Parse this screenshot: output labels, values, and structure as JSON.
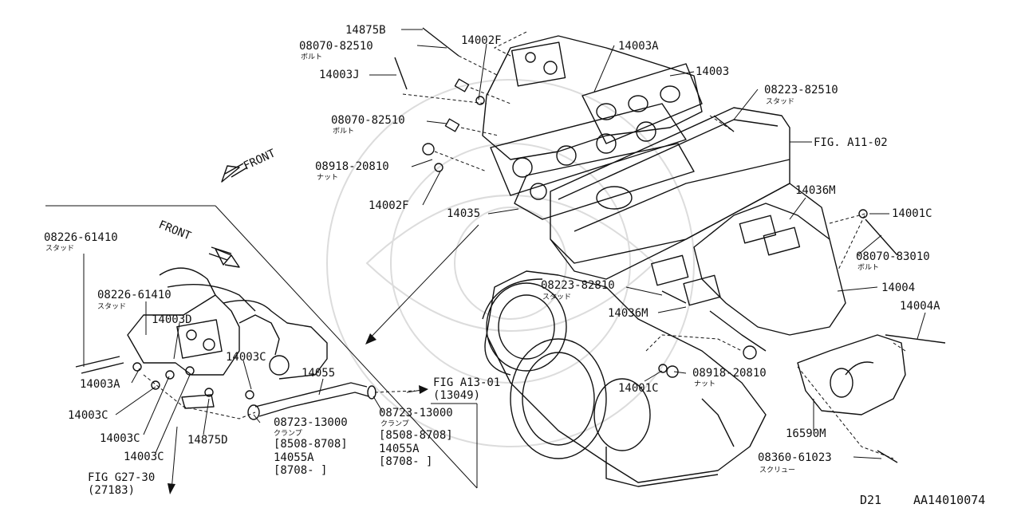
{
  "labels": [
    {
      "id": "lbl-14875B",
      "text": "14875B"
    },
    {
      "id": "lbl-08070-82510-top",
      "text": "08070-82510"
    },
    {
      "id": "jp-bolt-top",
      "text": "ボルト"
    },
    {
      "id": "lbl-14002F-top",
      "text": "14002F"
    },
    {
      "id": "lbl-14003A-top",
      "text": "14003A"
    },
    {
      "id": "lbl-14003",
      "text": "14003"
    },
    {
      "id": "lbl-14003J",
      "text": "14003J"
    },
    {
      "id": "lbl-08223-82510",
      "text": "08223-82510"
    },
    {
      "id": "jp-stud-08223-82510",
      "text": "スタッド"
    },
    {
      "id": "lbl-08070-82510-mid",
      "text": "08070-82510"
    },
    {
      "id": "jp-bolt-mid",
      "text": "ボルト"
    },
    {
      "id": "lbl-fig-a11-02",
      "text": "FIG. A11-02"
    },
    {
      "id": "lbl-front-top",
      "text": "FRONT"
    },
    {
      "id": "lbl-08918-20810-left",
      "text": "08918-20810"
    },
    {
      "id": "jp-nut-left",
      "text": "ナット"
    },
    {
      "id": "lbl-14002F-lower",
      "text": "14002F"
    },
    {
      "id": "lbl-14036M-top",
      "text": "14036M"
    },
    {
      "id": "lbl-14035",
      "text": "14035"
    },
    {
      "id": "lbl-14001C-right",
      "text": "14001C"
    },
    {
      "id": "lbl-08226-61410-a",
      "text": "08226-61410"
    },
    {
      "id": "jp-stud-a",
      "text": "スタッド"
    },
    {
      "id": "lbl-front-mid",
      "text": "FRONT"
    },
    {
      "id": "lbl-08070-83010",
      "text": "08070-83010"
    },
    {
      "id": "jp-bolt-83010",
      "text": "ボルト"
    },
    {
      "id": "lbl-08226-61410-b",
      "text": "08226-61410"
    },
    {
      "id": "jp-stud-b",
      "text": "スタッド"
    },
    {
      "id": "lbl-08223-82810",
      "text": "08223-82810"
    },
    {
      "id": "jp-stud-82810",
      "text": "スタッド"
    },
    {
      "id": "lbl-14004",
      "text": "14004"
    },
    {
      "id": "lbl-14003D",
      "text": "14003D"
    },
    {
      "id": "lbl-14036M-lower",
      "text": "14036M"
    },
    {
      "id": "lbl-14004A",
      "text": "14004A"
    },
    {
      "id": "lbl-14003C-a",
      "text": "14003C"
    },
    {
      "id": "lbl-14003A-left",
      "text": "14003A"
    },
    {
      "id": "lbl-14055",
      "text": "14055"
    },
    {
      "id": "lbl-14001C-lower",
      "text": "14001C"
    },
    {
      "id": "lbl-08918-20810-right",
      "text": "08918-20810"
    },
    {
      "id": "jp-nut-right",
      "text": "ナット"
    },
    {
      "id": "lbl-fig-a13-01",
      "text": "FIG A13-01"
    },
    {
      "id": "lbl-13049",
      "text": "(13049)"
    },
    {
      "id": "lbl-14003C-b",
      "text": "14003C"
    },
    {
      "id": "lbl-08723-13000-a",
      "text": "08723-13000"
    },
    {
      "id": "jp-clamp-a",
      "text": "クランプ"
    },
    {
      "id": "lbl-8508-8708-a",
      "text": "[8508-8708]"
    },
    {
      "id": "lbl-14055A-a",
      "text": "14055A"
    },
    {
      "id": "lbl-8708-a",
      "text": "[8708- ]"
    },
    {
      "id": "lbl-08723-13000-b",
      "text": "08723-13000"
    },
    {
      "id": "jp-clamp-b",
      "text": "クランプ"
    },
    {
      "id": "lbl-8508-8708-b",
      "text": "[8508-8708]"
    },
    {
      "id": "lbl-14055A-b",
      "text": "14055A"
    },
    {
      "id": "lbl-8708-b",
      "text": "[8708- ]"
    },
    {
      "id": "lbl-14003C-c",
      "text": "14003C"
    },
    {
      "id": "lbl-14875D",
      "text": "14875D"
    },
    {
      "id": "lbl-14003C-d",
      "text": "14003C"
    },
    {
      "id": "lbl-16590M",
      "text": "16590M"
    },
    {
      "id": "lbl-fig-g27-30",
      "text": "FIG G27-30"
    },
    {
      "id": "lbl-27183",
      "text": "(27183)"
    },
    {
      "id": "lbl-08360-61023",
      "text": "08360-61023"
    },
    {
      "id": "jp-screw",
      "text": "スクリュー"
    },
    {
      "id": "lbl-d21",
      "text": "D21"
    },
    {
      "id": "lbl-diagram-code",
      "text": "AA14010074"
    }
  ]
}
